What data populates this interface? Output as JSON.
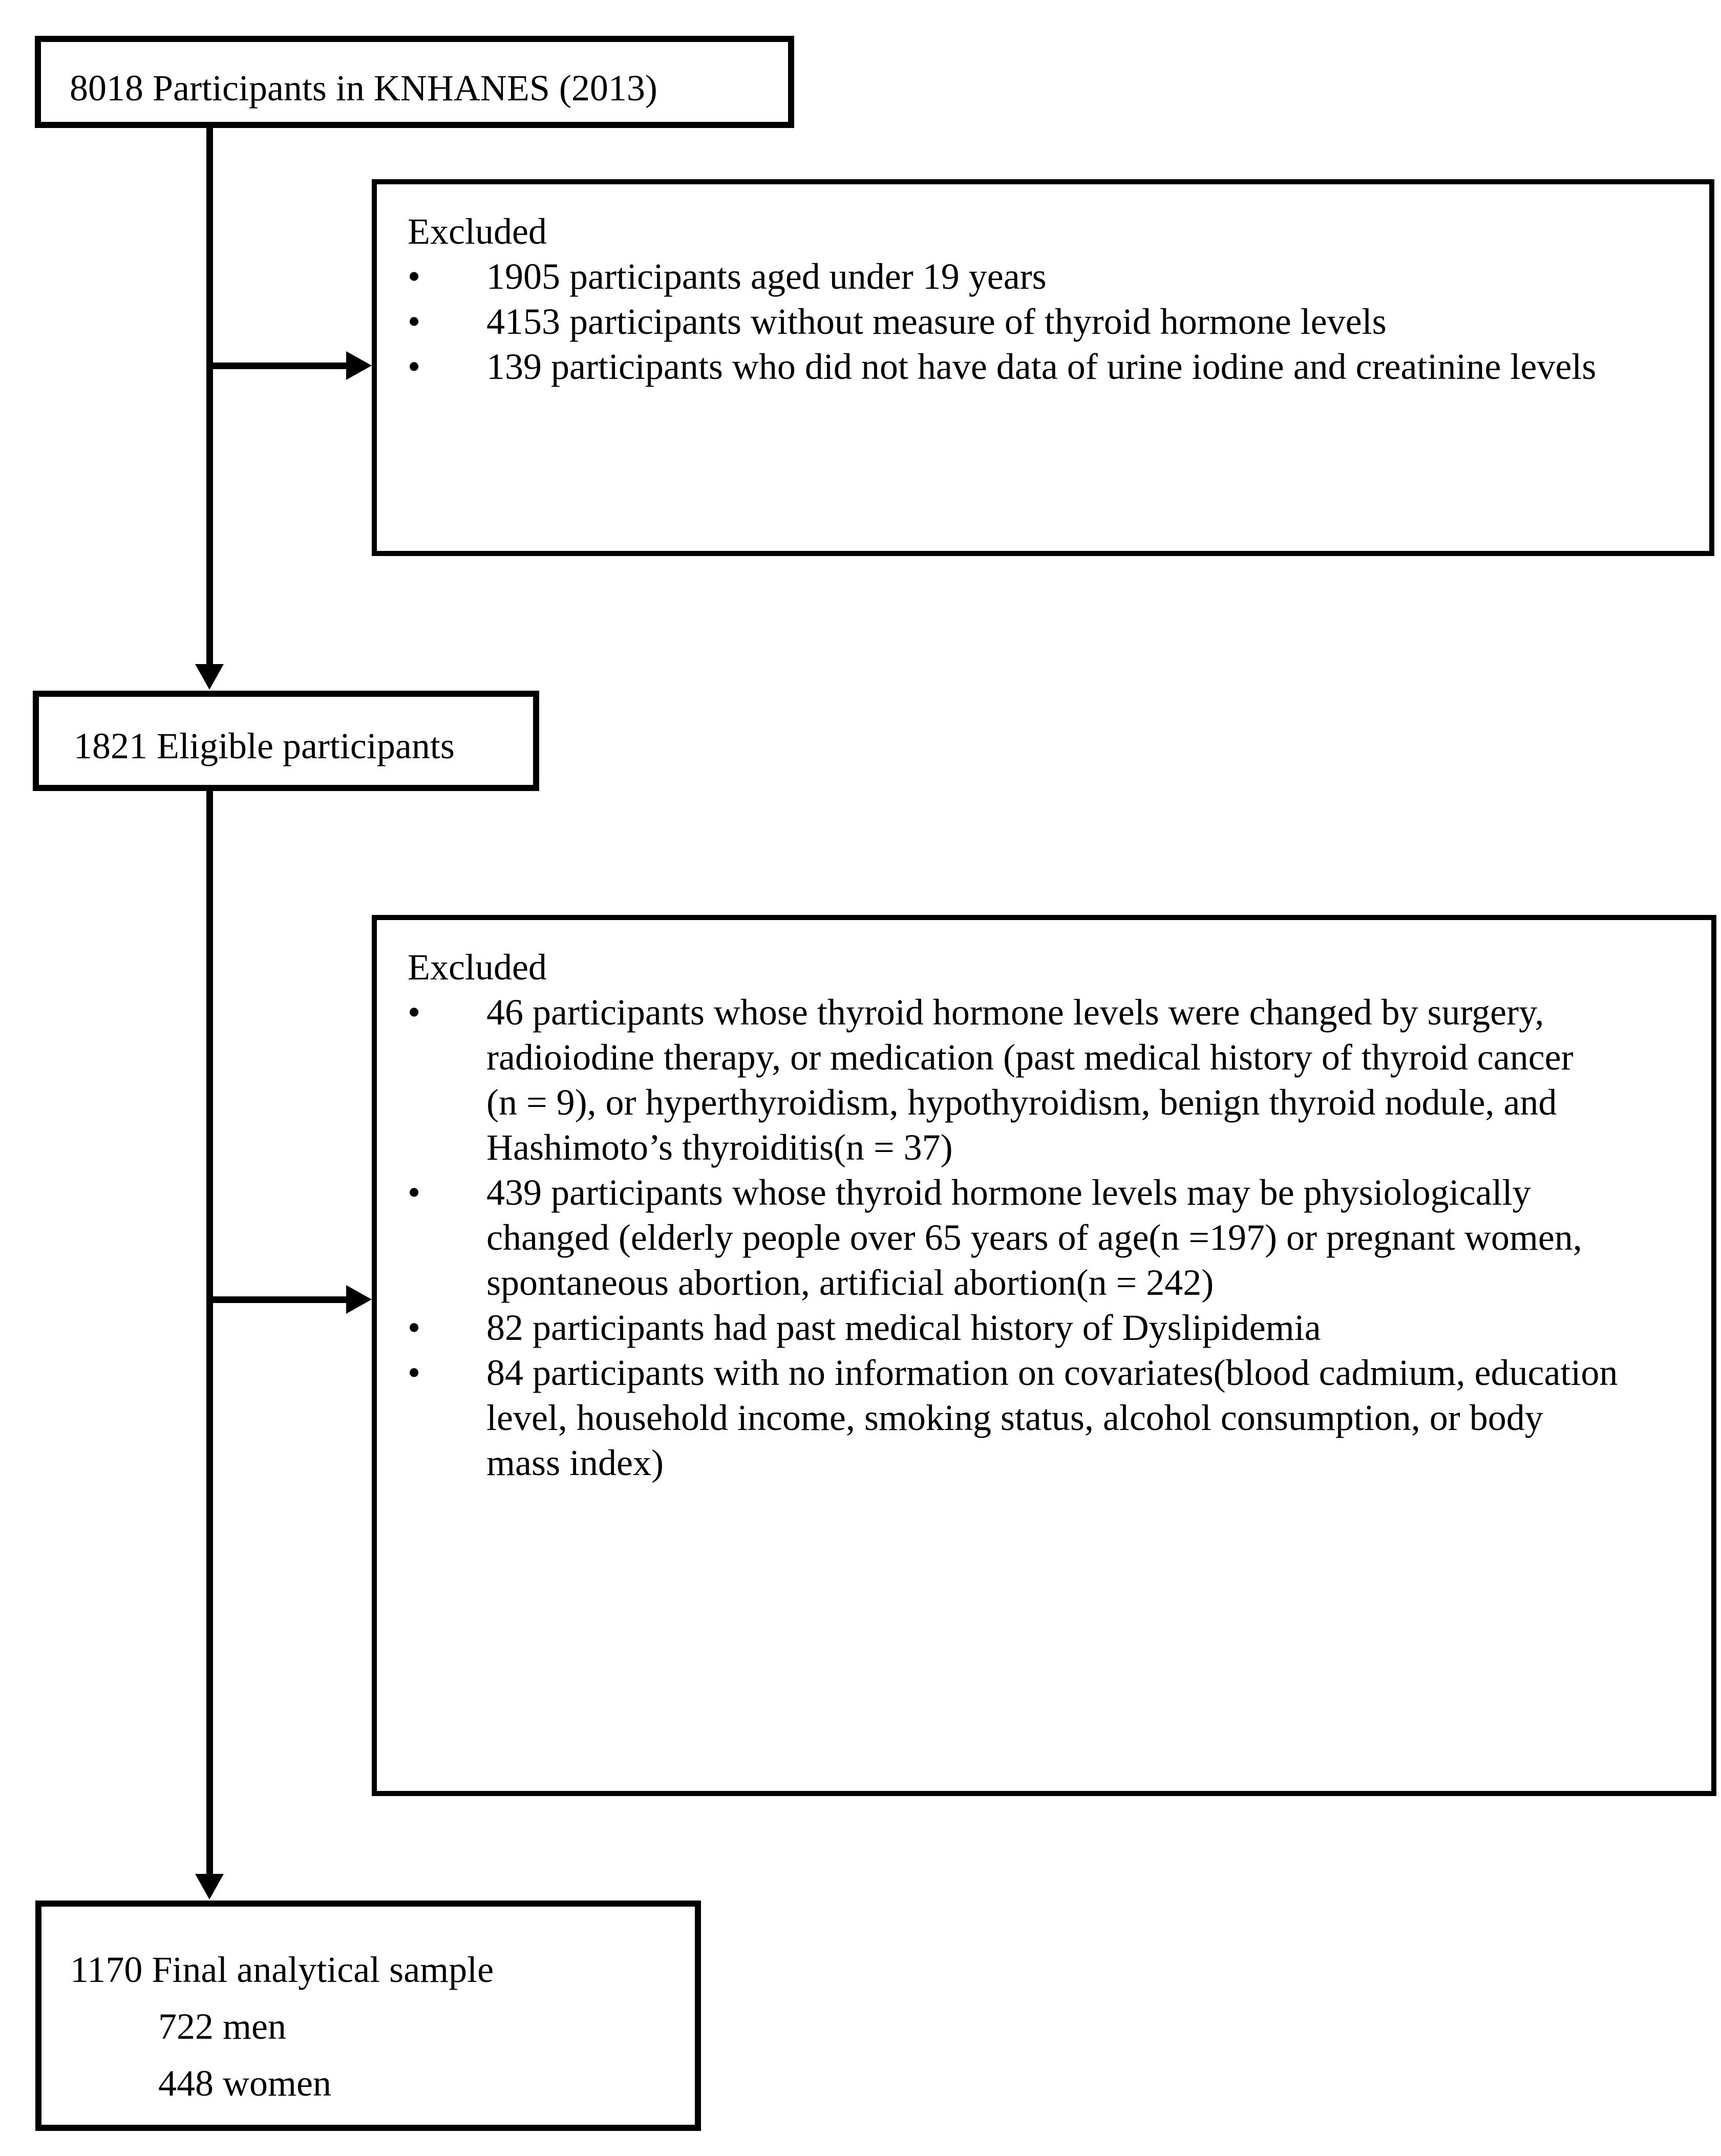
{
  "flow": {
    "bullet_char": "•",
    "colors": {
      "background": "#ffffff",
      "border": "#000000",
      "line": "#000000",
      "text": "#000000"
    },
    "box1": {
      "text": "8018 Participants in KNHANES (2013)"
    },
    "excluded1": {
      "heading": "Excluded",
      "bullets": [
        "1905 participants aged under 19 years",
        "4153 participants without measure of thyroid hormone levels",
        "139 participants who did not have data of urine iodine and creatinine levels"
      ]
    },
    "box2": {
      "text": "1821 Eligible participants"
    },
    "excluded2": {
      "heading": "Excluded",
      "bullets": [
        {
          "lines": [
            "46 participants whose thyroid hormone levels were changed by surgery,",
            "radioiodine therapy, or medication (past medical history of thyroid cancer",
            "(n = 9), or hyperthyroidism, hypothyroidism, benign thyroid nodule, and",
            "Hashimoto’s thyroiditis(n = 37)"
          ]
        },
        {
          "lines": [
            "439 participants whose thyroid hormone levels may be physiologically",
            "changed (elderly people over 65 years of age(n =197) or pregnant women,",
            "spontaneous abortion, artificial abortion(n = 242)"
          ]
        },
        {
          "lines": [
            "82 participants had past medical history of Dyslipidemia"
          ]
        },
        {
          "lines": [
            "84 participants with no information on covariates(blood cadmium, education",
            "level, household income, smoking status, alcohol consumption, or body",
            "mass index)"
          ]
        }
      ]
    },
    "final": {
      "lines": [
        "1170 Final analytical sample",
        "722 men",
        "448 women"
      ]
    }
  }
}
